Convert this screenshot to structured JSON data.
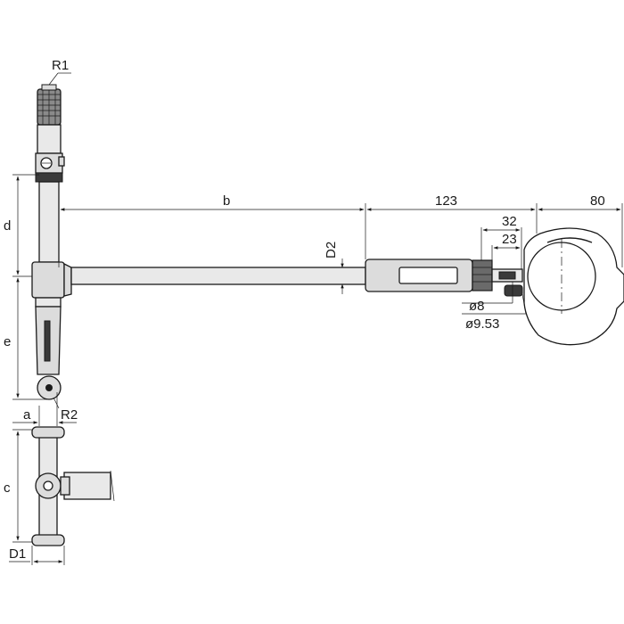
{
  "labels": {
    "R1": "R1",
    "d": "d",
    "b": "b",
    "dim_123": "123",
    "dim_80": "80",
    "dim_32": "32",
    "dim_23": "23",
    "D2": "D2",
    "e": "e",
    "phi8": "ø8",
    "phi953": "ø9.53",
    "a": "a",
    "R2": "R2",
    "c": "c",
    "D1": "D1"
  }
}
